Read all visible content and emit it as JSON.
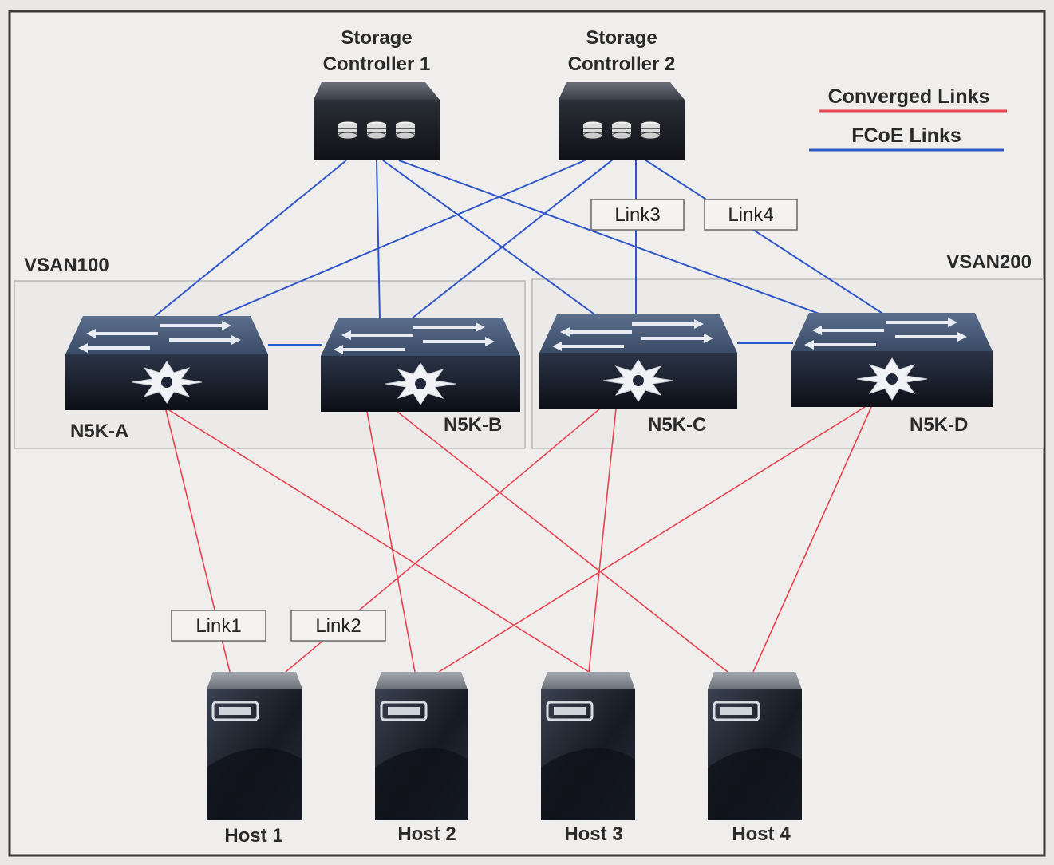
{
  "storage": [
    {
      "id": "sc1",
      "line1": "Storage",
      "line2": "Controller 1"
    },
    {
      "id": "sc2",
      "line1": "Storage",
      "line2": "Controller 2"
    }
  ],
  "legend": {
    "converged": {
      "label": "Converged Links",
      "color": "#e8424f"
    },
    "fcoe": {
      "label": "FCoE Links",
      "color": "#2f56c9"
    }
  },
  "vsans": [
    {
      "id": "vsan100",
      "label": "VSAN100"
    },
    {
      "id": "vsan200",
      "label": "VSAN200"
    }
  ],
  "switches": [
    {
      "id": "a",
      "label": "N5K-A"
    },
    {
      "id": "b",
      "label": "N5K-B"
    },
    {
      "id": "c",
      "label": "N5K-C"
    },
    {
      "id": "d",
      "label": "N5K-D"
    }
  ],
  "hosts": [
    {
      "id": "h1",
      "label": "Host 1"
    },
    {
      "id": "h2",
      "label": "Host 2"
    },
    {
      "id": "h3",
      "label": "Host 3"
    },
    {
      "id": "h4",
      "label": "Host 4"
    }
  ],
  "link_tags": {
    "link1": "Link1",
    "link2": "Link2",
    "link3": "Link3",
    "link4": "Link4"
  },
  "fcoe_links": [
    [
      "sc1",
      "a"
    ],
    [
      "sc1",
      "b"
    ],
    [
      "sc1",
      "c"
    ],
    [
      "sc1",
      "d"
    ],
    [
      "sc2",
      "a"
    ],
    [
      "sc2",
      "b"
    ],
    [
      "sc2",
      "c"
    ],
    [
      "sc2",
      "d"
    ],
    [
      "a",
      "b"
    ],
    [
      "c",
      "d"
    ]
  ],
  "converged_links": [
    [
      "a",
      "h1"
    ],
    [
      "a",
      "h3"
    ],
    [
      "b",
      "h2"
    ],
    [
      "b",
      "h4"
    ],
    [
      "c",
      "h1"
    ],
    [
      "c",
      "h3"
    ],
    [
      "d",
      "h2"
    ],
    [
      "d",
      "h4"
    ]
  ]
}
